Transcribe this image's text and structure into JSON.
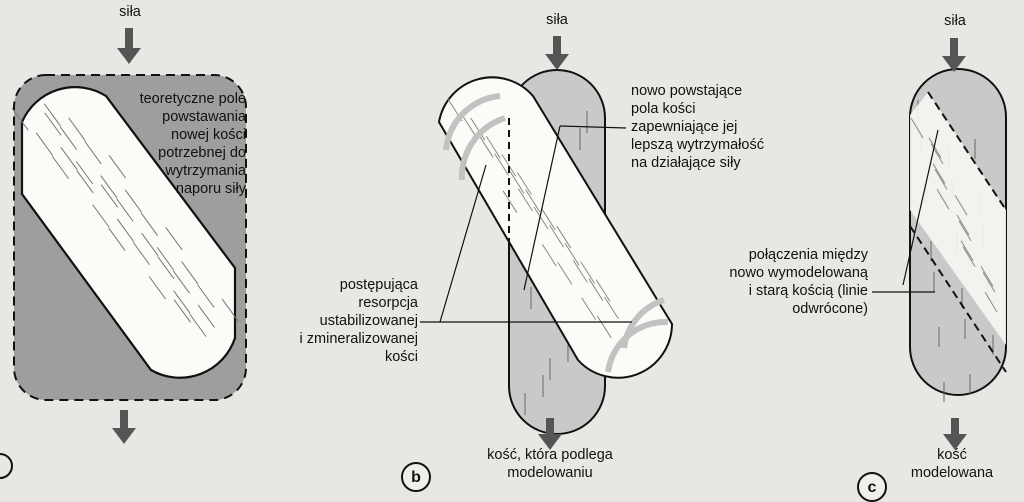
{
  "force_label": "siła",
  "panel_a": {
    "label_lines": [
      "teoretyczne pole",
      "powstawania",
      "nowej kości",
      "potrzebnej do",
      "wytrzymania",
      "naporu siły"
    ]
  },
  "panel_b": {
    "marker": "b",
    "top_label_lines": [
      "nowo powstające",
      "pola kości",
      "zapewniające jej",
      "lepszą wytrzymałość",
      "na działające siły"
    ],
    "left_label_lines": [
      "postępująca",
      "resorpcja",
      "ustabilizowanej",
      "i  zmineralizowanej",
      "kości"
    ],
    "bottom_label_lines": [
      "kość, która podlega",
      "modelowaniu"
    ]
  },
  "panel_c": {
    "marker": "c",
    "mid_label_lines": [
      "połączenia między",
      "nowo wymodelowaną",
      "i starą kością (linie",
      "odwrócone)"
    ],
    "bottom_label_lines": [
      "kość",
      "modelowana"
    ]
  },
  "colors": {
    "background": "#e9e7e4",
    "gray_fill": "#9e9e9e",
    "bone_white": "#fbfbf8",
    "band_gray": "#c7c7c7",
    "stroke": "#111111"
  }
}
